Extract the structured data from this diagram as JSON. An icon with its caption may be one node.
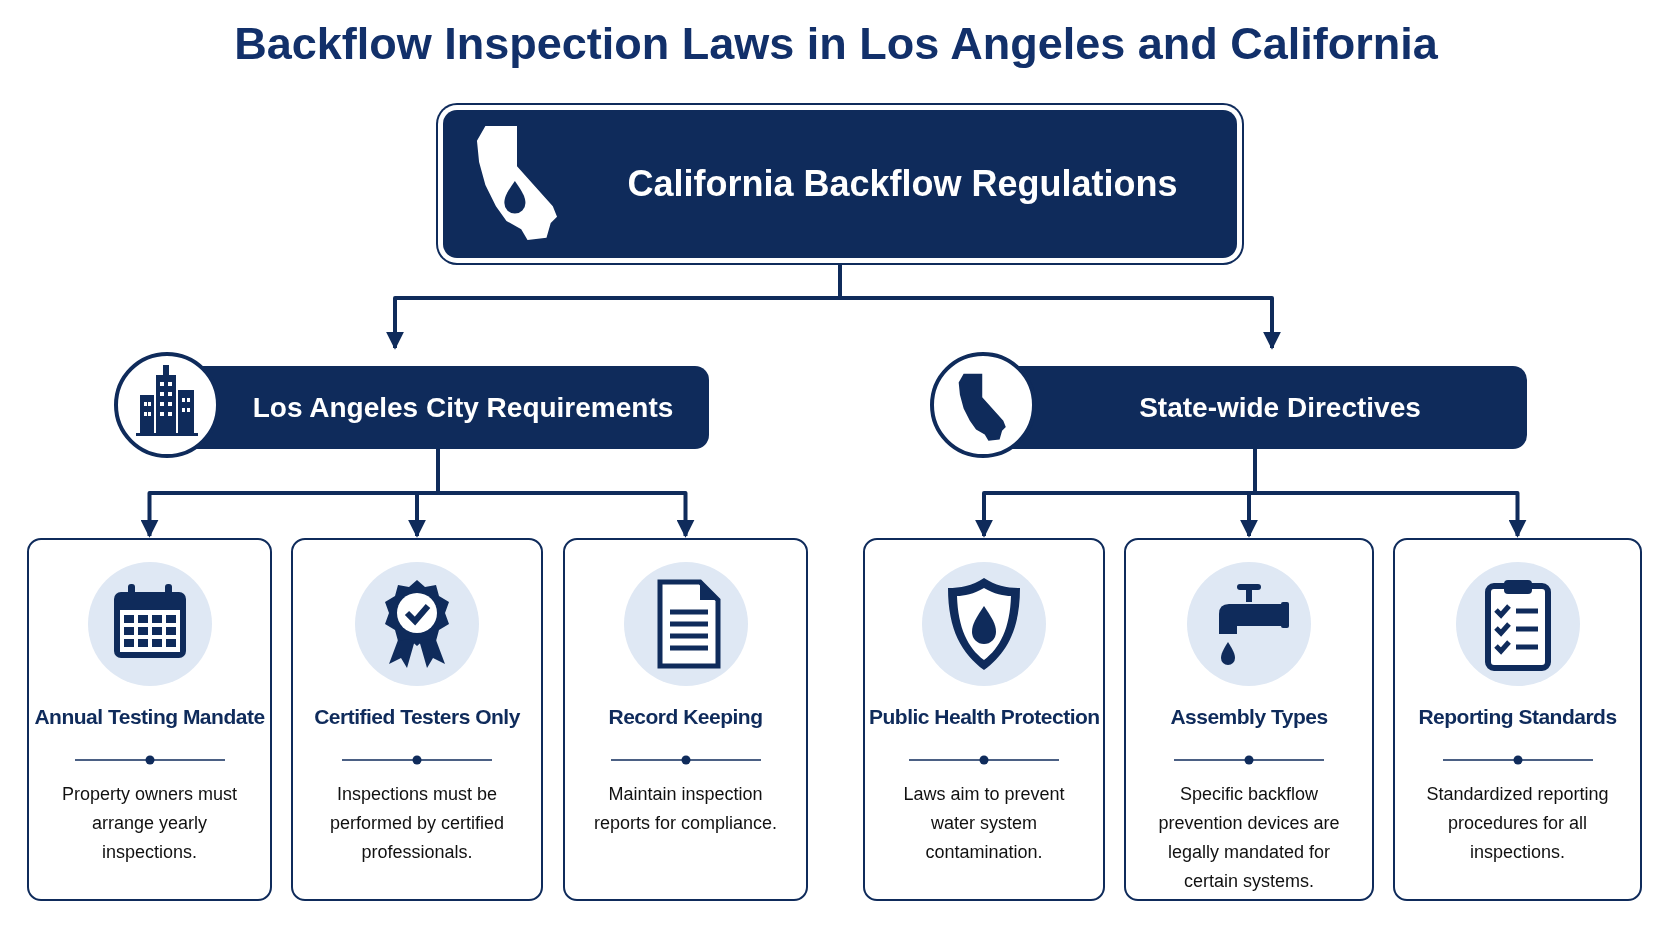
{
  "diagram": {
    "title": "Backflow Inspection Laws in Los Angeles and California",
    "nodes": [
      {
        "text": [
          "California Backflow Regulations"
        ]
      },
      {
        "text": [
          "Los Angeles City Requirements"
        ]
      },
      {
        "text": [
          "State-wide Directives"
        ]
      },
      {
        "text": [
          "Annual Testing Mandate",
          "Property owners must arrange yearly inspections."
        ]
      },
      {
        "text": [
          "Certified Testers Only",
          "Inspections must be performed by certified professionals."
        ]
      },
      {
        "text": [
          "Record Keeping",
          "Maintain inspection reports for compliance."
        ]
      },
      {
        "text": [
          "Public Health Protection",
          "Laws aim to prevent water system contamination."
        ]
      },
      {
        "text": [
          "Assembly Types",
          "Specific backflow prevention devices are legally mandated for certain systems."
        ]
      },
      {
        "text": [
          "Reporting Standards",
          "Standardized reporting procedures for all inspections."
        ]
      }
    ],
    "edges": [
      {
        "from": 0,
        "to": 1,
        "arrow": "to"
      },
      {
        "from": 0,
        "to": 2,
        "arrow": "to"
      },
      {
        "from": 1,
        "to": 3,
        "arrow": "to"
      },
      {
        "from": 1,
        "to": 4,
        "arrow": "to"
      },
      {
        "from": 1,
        "to": 5,
        "arrow": "to"
      },
      {
        "from": 2,
        "to": 6,
        "arrow": "to"
      },
      {
        "from": 2,
        "to": 7,
        "arrow": "to"
      },
      {
        "from": 2,
        "to": 8,
        "arrow": "to"
      }
    ]
  }
}
